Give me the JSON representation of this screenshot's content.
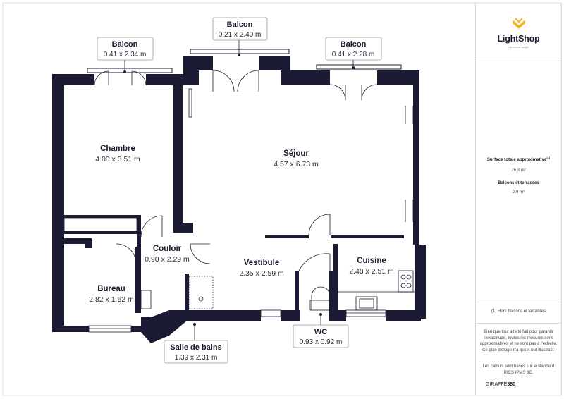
{
  "brand": {
    "name": "LightShop",
    "tagline": "un nouvel angle",
    "accent_color": "#f2b21e",
    "dark_color": "#1b1b33"
  },
  "rooms": [
    {
      "id": "chambre",
      "name": "Chambre",
      "dims": "4.00 x 3.51 m"
    },
    {
      "id": "sejour",
      "name": "Séjour",
      "dims": "4.57 x 6.73 m"
    },
    {
      "id": "couloir",
      "name": "Couloir",
      "dims": "0.90 x 2.29 m"
    },
    {
      "id": "vestibule",
      "name": "Vestibule",
      "dims": "2.35 x 2.59 m"
    },
    {
      "id": "cuisine",
      "name": "Cuisine",
      "dims": "2.48 x 2.51 m"
    },
    {
      "id": "bureau",
      "name": "Bureau",
      "dims": "2.82 x 1.62 m"
    }
  ],
  "boxed_labels": [
    {
      "id": "balcon-1",
      "name": "Balcon",
      "dims": "0.41 x 2.34 m"
    },
    {
      "id": "balcon-2",
      "name": "Balcon",
      "dims": "0.21 x 2.40 m"
    },
    {
      "id": "balcon-3",
      "name": "Balcon",
      "dims": "0.41 x 2.28 m"
    },
    {
      "id": "wc",
      "name": "WC",
      "dims": "0.93 x 0.92 m"
    },
    {
      "id": "sdb",
      "name": "Salle de bains",
      "dims": "1.39 x 2.31 m"
    }
  ],
  "summary": {
    "total_label": "Surface totale approximative",
    "total_sup": "(1)",
    "total_value": "76.3 m²",
    "balcony_label": "Balcons et terrasses",
    "balcony_value": "2.9 m²",
    "footnote": "(1) Hors balcons et terrasses",
    "disclaimer": "Bien que tout ait été fait pour garantir l'exactitude, toutes les mesures sont approximatives et ne sont pas à l'échelle. Ce plan d'étage n'a qu'un but illustratif.",
    "standard": "Les calculs sont basés sur le standard RICS IPMS 3C."
  },
  "footer": {
    "brand_a": "GIRAFFE",
    "brand_b": "360"
  }
}
